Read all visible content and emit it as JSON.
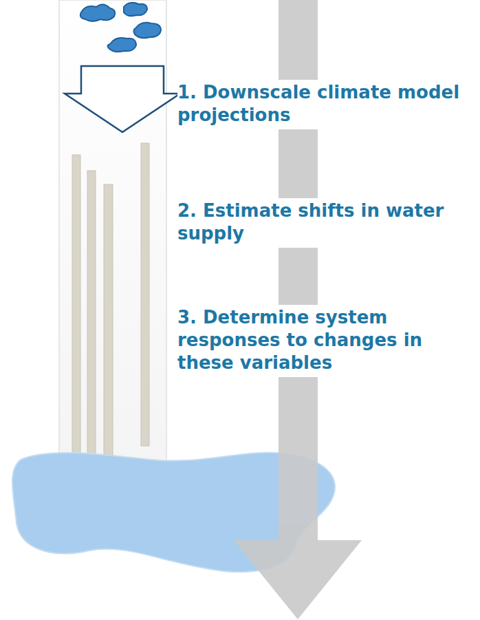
{
  "diagram": {
    "labels": [
      "1. Downscale climate model projections",
      "2. Estimate shifts in water supply",
      "3. Determine system responses to changes in these variables"
    ]
  }
}
